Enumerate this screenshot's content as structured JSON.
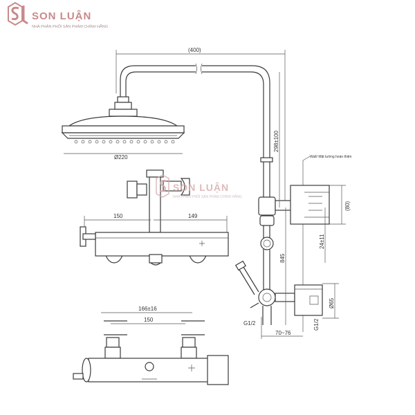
{
  "brand": {
    "name": "SON LUẬN",
    "tagline": "NHÀ PHÂN PHỐI SẢN PHẨM CHÍNH HÃNG",
    "logo_color": "#c98a8a"
  },
  "watermark": {
    "name": "SON LUẬN",
    "tagline": "NHÀ PHÂN PHỐI SẢN PHẨM CHÍNH HÃNG"
  },
  "dimensions": {
    "arm_length": "(400)",
    "head_diameter": "Ø220",
    "pipe_height": "298±100",
    "wall_note": "Wall/ Mặt tường hoàn thiện",
    "bracket_height": "(80)",
    "center_offset": "24±11",
    "total_height": "845",
    "valve_diameter": "Ø65",
    "thread_left": "G1/2",
    "thread_right": "G1/2",
    "projection": "70~76",
    "left_width": "150",
    "right_width": "149",
    "inlet_spacing": "166±16",
    "inlet_base": "150"
  }
}
